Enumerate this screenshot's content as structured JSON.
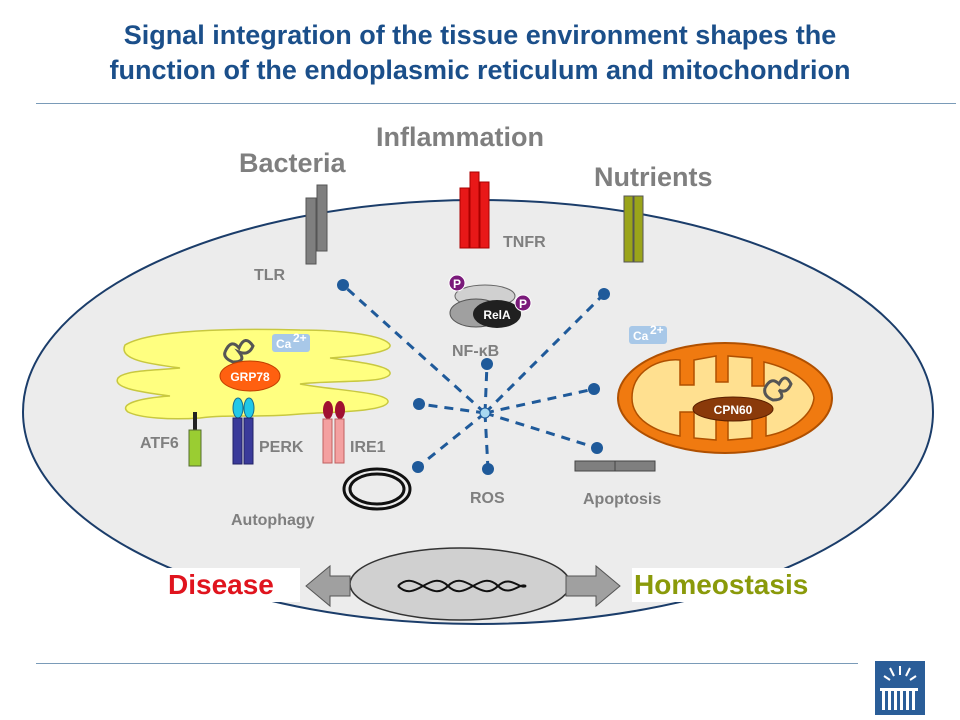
{
  "title": {
    "line1": "Signal integration of the tissue environment shapes the",
    "line2": "function of the endoplasmic reticulum and mitochondrion"
  },
  "labels": {
    "bacteria": "Bacteria",
    "inflammation": "Inflammation",
    "nutrients": "Nutrients",
    "tlr": "TLR",
    "tnfr": "TNFR",
    "nfkb": "NF-κB",
    "rela": "RelA",
    "p": "P",
    "ca": "Ca",
    "ca_sup": "2+",
    "grp78": "GRP78",
    "atf6": "ATF6",
    "perk": "PERK",
    "ire1": "IRE1",
    "autophagy": "Autophagy",
    "ros": "ROS",
    "apoptosis": "Apoptosis",
    "cpn60": "CPN60",
    "disease": "Disease",
    "homeostasis": "Homeostasis"
  },
  "colors": {
    "title": "#1b4f8a",
    "disease": "#e0141e",
    "homeostasis": "#8a9a0a",
    "dashed_line": "#1f5a9a",
    "er": "#ffff80",
    "mitochondrion": "#f07a10",
    "tnfr": "#e81818",
    "nutrient_receptor": "#9aa41a",
    "tlr": "#7f7f7f",
    "grp78": "#ff6010",
    "cell": "#ececec"
  },
  "icons": {
    "logo": "institution-logo-icon"
  }
}
